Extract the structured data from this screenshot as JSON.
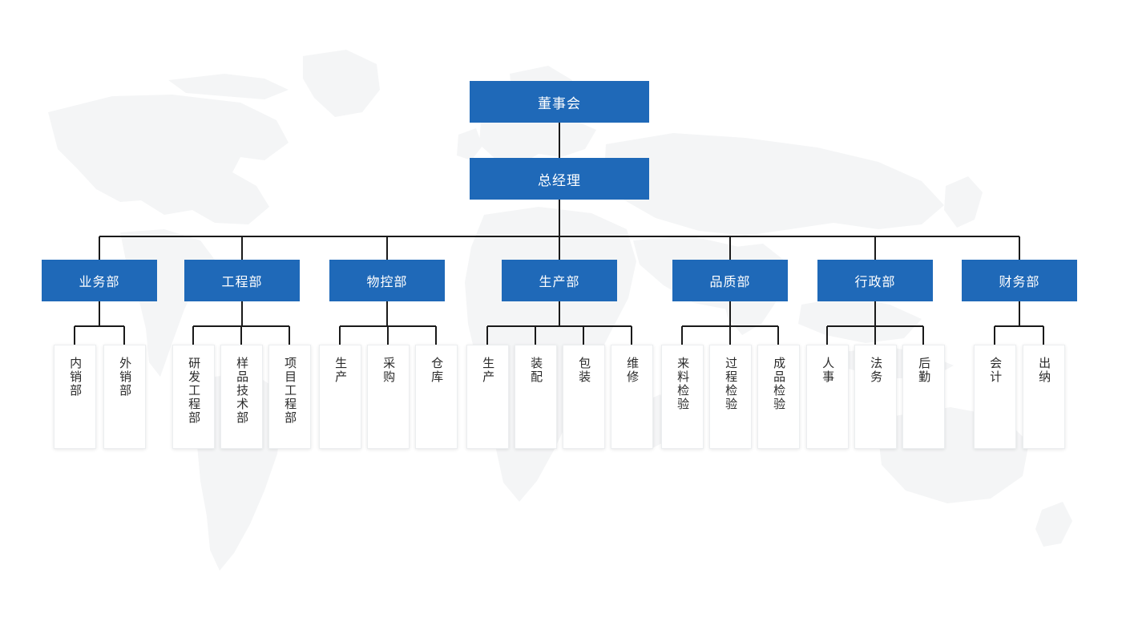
{
  "chart": {
    "type": "org-chart",
    "title": "",
    "colors": {
      "node_blue": "#1f69b8",
      "node_blue_text": "#ffffff",
      "leaf_background": "#ffffff",
      "leaf_text": "#2b2b2b",
      "connector_line": "#1a1a1a",
      "page_background": "#ffffff",
      "watermark": "#f4f5f6"
    },
    "background_watermark": "world-map"
  },
  "levels": {
    "board": {
      "label": "董事会"
    },
    "general_manager": {
      "label": "总经理"
    }
  },
  "departments": [
    {
      "id": "sales",
      "label": "业务部",
      "children": [
        {
          "label": "内销部"
        },
        {
          "label": "外销部"
        }
      ]
    },
    {
      "id": "engineering",
      "label": "工程部",
      "children": [
        {
          "label": "研发工程部"
        },
        {
          "label": "样品技术部"
        },
        {
          "label": "项目工程部"
        }
      ]
    },
    {
      "id": "material-control",
      "label": "物控部",
      "children": [
        {
          "label": "生产"
        },
        {
          "label": "采购"
        },
        {
          "label": "仓库"
        }
      ]
    },
    {
      "id": "production",
      "label": "生产部",
      "children": [
        {
          "label": "生产"
        },
        {
          "label": "装配"
        },
        {
          "label": "包装"
        },
        {
          "label": "维修"
        }
      ]
    },
    {
      "id": "quality",
      "label": "品质部",
      "children": [
        {
          "label": "来料检验"
        },
        {
          "label": "过程检验"
        },
        {
          "label": "成品检验"
        }
      ]
    },
    {
      "id": "administration",
      "label": "行政部",
      "children": [
        {
          "label": "人事"
        },
        {
          "label": "法务"
        },
        {
          "label": "后勤"
        }
      ]
    },
    {
      "id": "finance",
      "label": "财务部",
      "children": [
        {
          "label": "会计"
        },
        {
          "label": "出纳"
        }
      ]
    }
  ]
}
